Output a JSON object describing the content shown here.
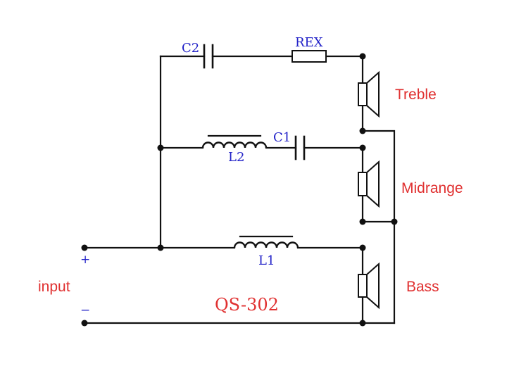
{
  "colors": {
    "wire": "#111111",
    "component_label": "#2323c8",
    "annotation": "#e03030"
  },
  "components": {
    "c2": "C2",
    "rex": "REX",
    "l2": "L2",
    "c1": "C1",
    "l1": "L1"
  },
  "speakers": {
    "treble": "Treble",
    "midrange": "Midrange",
    "bass": "Bass"
  },
  "input": {
    "label": "input",
    "plus": "+",
    "minus": "−"
  },
  "model": "QS-302"
}
